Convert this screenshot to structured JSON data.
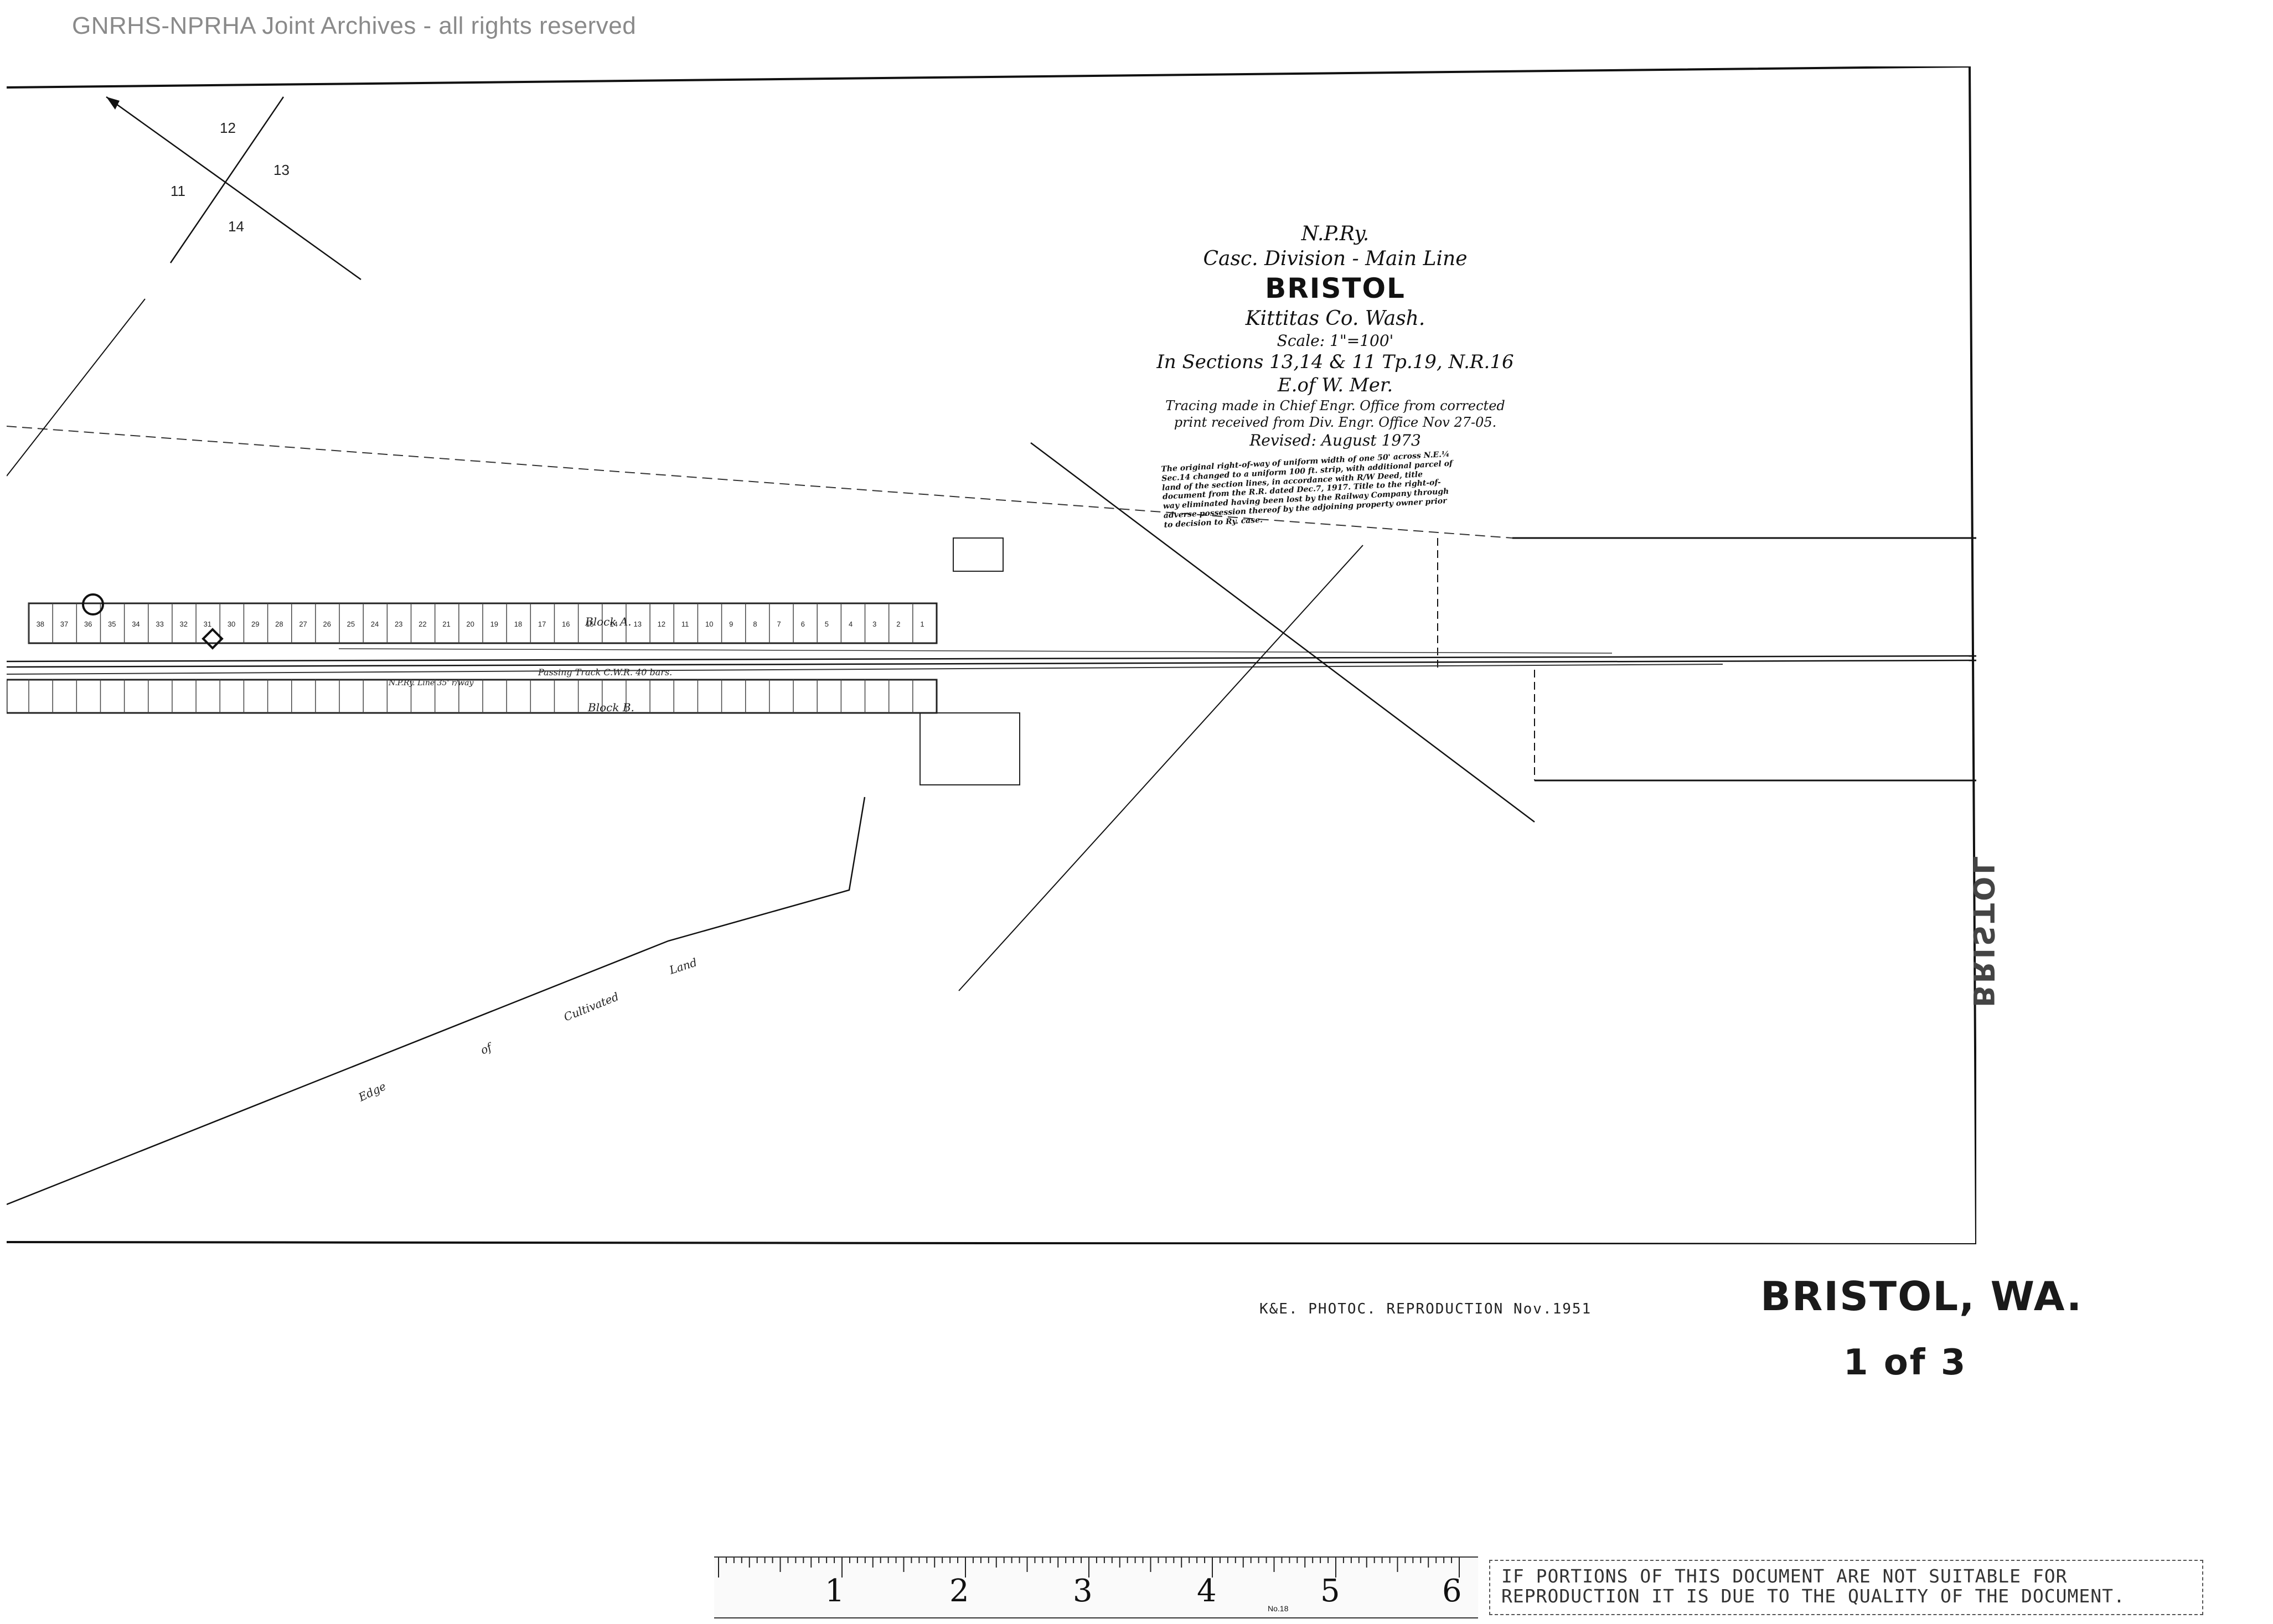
{
  "watermark": "GNRHS-NPRHA Joint Archives - all rights reserved",
  "title_block": {
    "road": "N.P.Ry.",
    "division": "Casc. Division - Main Line",
    "station": "BRISTOL",
    "county": "Kittitas Co. Wash.",
    "scale": "Scale: 1\"=100'",
    "sections": "In Sections 13,14 & 11 Tp.19, N.R.16 E.of W. Mer.",
    "tracing_1": "Tracing made in Chief Engr. Office from corrected",
    "tracing_2": "print received from Div. Engr. Office   Nov 27-05.",
    "revised": "Revised: August 1973"
  },
  "note": "The original right-of-way of uniform width of one 50' across N.E.¼ Sec.14 changed to a uniform 100 ft. strip, with additional parcel of land of the section lines, in accordance with R/W Deed, title document from the R.R. dated Dec.7, 1917. Title to the right-of-way eliminated having been lost by the Railway Company through adverse possession thereof by the adjoining property owner prior to decision to Ry. case.",
  "section_corner": [
    "12",
    "13",
    "11",
    "14"
  ],
  "blocks": [
    "Block A.",
    "Block B."
  ],
  "track_labels": {
    "passing": "Passing Track C.W.R. 40 bars.",
    "main": "N.P.Ry. Line 35' r/way"
  },
  "lot_numbers": [
    "38",
    "37",
    "36",
    "35",
    "34",
    "33",
    "32",
    "31",
    "30",
    "29",
    "28",
    "27",
    "26",
    "25",
    "24",
    "23",
    "22",
    "21",
    "20",
    "19",
    "18",
    "17",
    "16",
    "15",
    "14",
    "13",
    "12",
    "11",
    "10",
    "9",
    "8",
    "7",
    "6",
    "5",
    "4",
    "3",
    "2",
    "1"
  ],
  "edge_text": [
    "Edge",
    "of",
    "Cultivated",
    "Land"
  ],
  "station_rotated": "BRISTOL",
  "reproduction": "K&E. PHOTOC. REPRODUCTION   Nov.1951",
  "title_main": "BRISTOL, WA.",
  "sheet": "1 of 3",
  "ruler": {
    "numbers": [
      "1",
      "2",
      "3",
      "4",
      "5",
      "6"
    ],
    "small": "No.18"
  },
  "quality_notice": "IF PORTIONS OF THIS DOCUMENT ARE NOT SUITABLE FOR REPRODUCTION IT IS DUE TO THE QUALITY OF THE DOCUMENT."
}
